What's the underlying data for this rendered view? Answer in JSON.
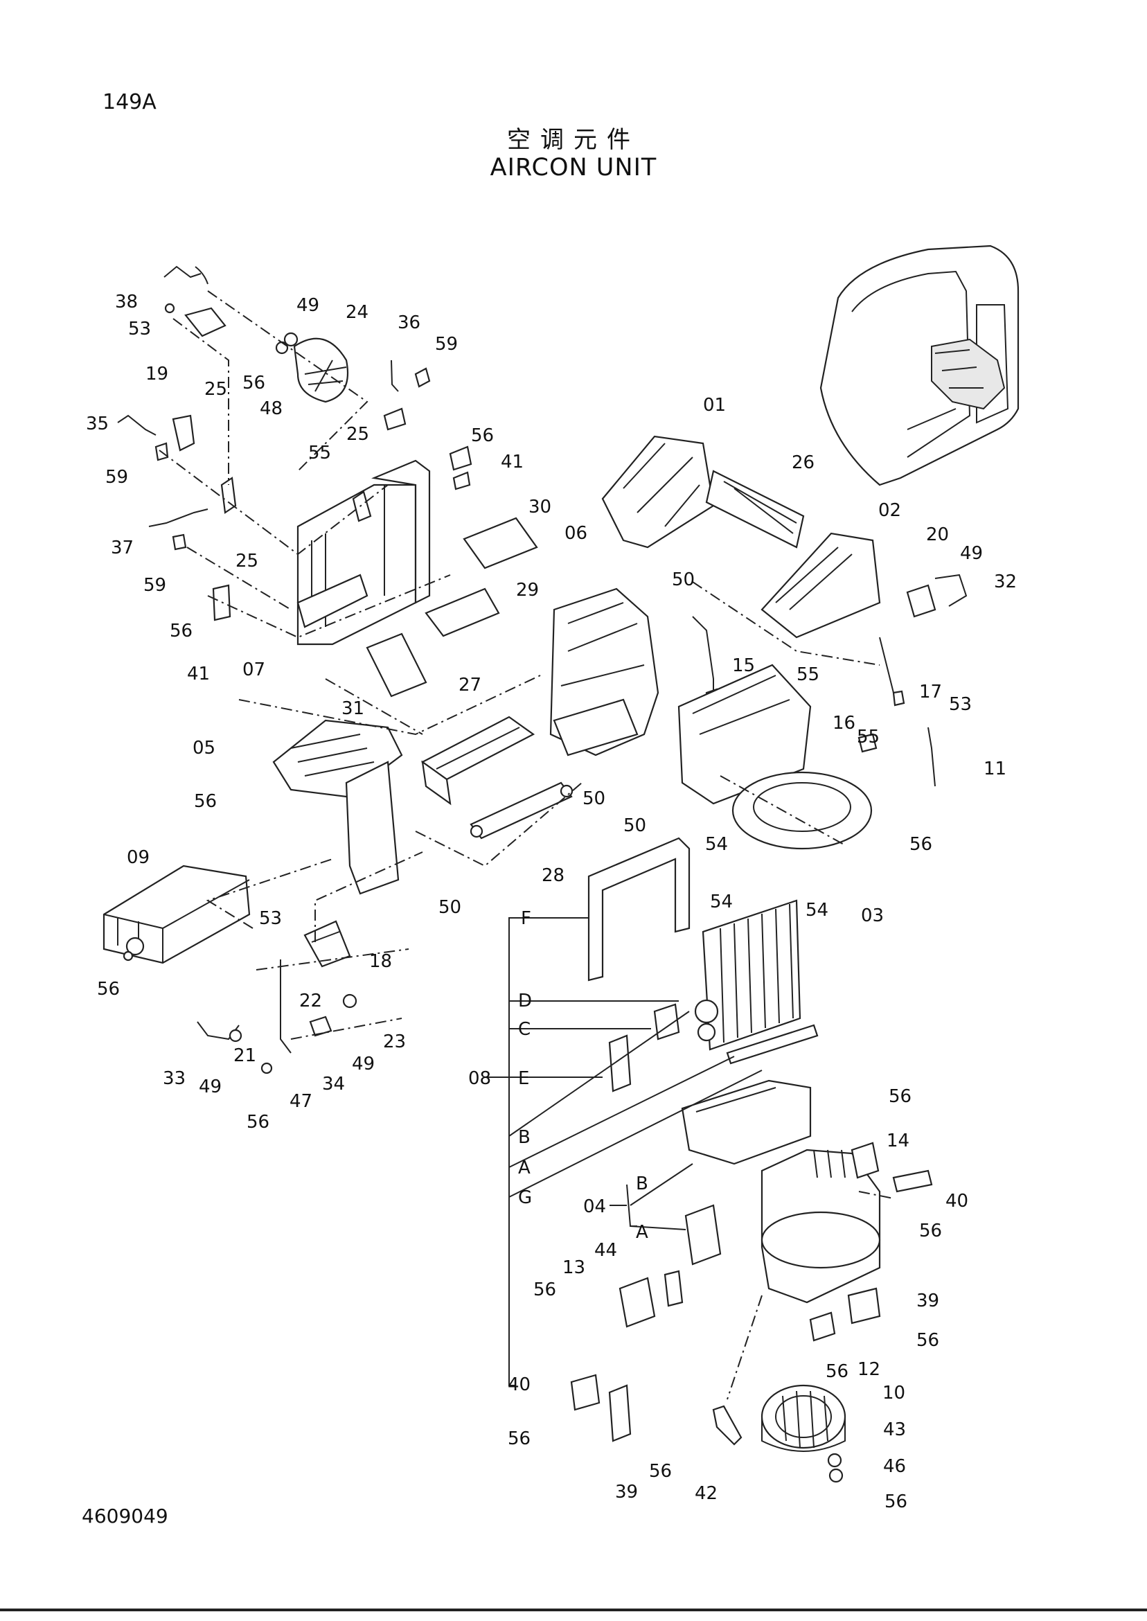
{
  "page_number": "149A",
  "title_cn": "空调元件",
  "title_en": "AIRCON UNIT",
  "drawing_number": "4609049",
  "callouts": [
    "38",
    "53",
    "19",
    "49",
    "24",
    "56",
    "48",
    "36",
    "59",
    "35",
    "25",
    "59",
    "25",
    "55",
    "56",
    "41",
    "37",
    "25",
    "30",
    "59",
    "56",
    "41",
    "07",
    "29",
    "31",
    "05",
    "27",
    "56",
    "09",
    "53",
    "18",
    "28",
    "50",
    "22",
    "23",
    "33",
    "49",
    "21",
    "49",
    "34",
    "47",
    "56",
    "56",
    "01",
    "26",
    "06",
    "50",
    "02",
    "20",
    "49",
    "32",
    "15",
    "55",
    "17",
    "53",
    "16",
    "55",
    "11",
    "50",
    "50",
    "54",
    "56",
    "54",
    "54",
    "03",
    "56",
    "14",
    "40",
    "56",
    "13",
    "44",
    "56",
    "39",
    "56",
    "40",
    "12",
    "56",
    "10",
    "43",
    "46",
    "56",
    "42",
    "39",
    "56",
    "56"
  ],
  "group_08": {
    "number": "08",
    "subs": [
      "F",
      "D",
      "C",
      "E",
      "B",
      "A",
      "G"
    ]
  },
  "group_04": {
    "number": "04",
    "subs": [
      "B",
      "A"
    ]
  }
}
